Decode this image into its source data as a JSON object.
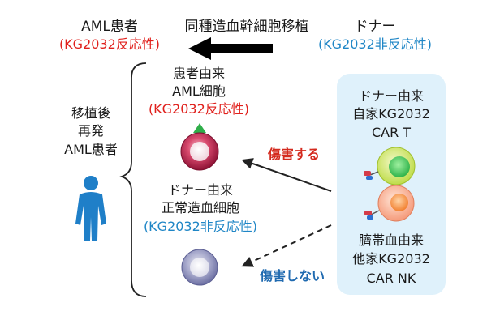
{
  "header": {
    "recipient_label": "AML患者",
    "recipient_status": "(KG2032反応性)",
    "transplant_label": "同種造血幹細胞移植",
    "donor_label": "ドナー",
    "donor_status": "(KG2032非反応性)"
  },
  "left": {
    "line1": "移植後",
    "line2": "再発",
    "line3": "AML患者"
  },
  "aml_cell": {
    "line1": "患者由来",
    "line2": "AML細胞",
    "status": "(KG2032反応性)"
  },
  "normal_cell": {
    "line1": "ドナー由来",
    "line2": "正常造血細胞",
    "status": "(KG2032非反応性)"
  },
  "car_t": {
    "line1": "ドナー由来",
    "line2": "自家KG2032",
    "line3": "CAR T"
  },
  "car_nk": {
    "line1": "臍帯血由来",
    "line2": "他家KG2032",
    "line3": "CAR NK"
  },
  "arrows": {
    "damage": "傷害する",
    "no_damage": "傷害しない"
  },
  "colors": {
    "reactive_red": "#e0201c",
    "nonreactive_blue": "#1f86c6",
    "panel_fill": "#dff1fb",
    "human_blue": "#1f7fc8"
  },
  "icons": {
    "patient": "human-figure-icon"
  }
}
